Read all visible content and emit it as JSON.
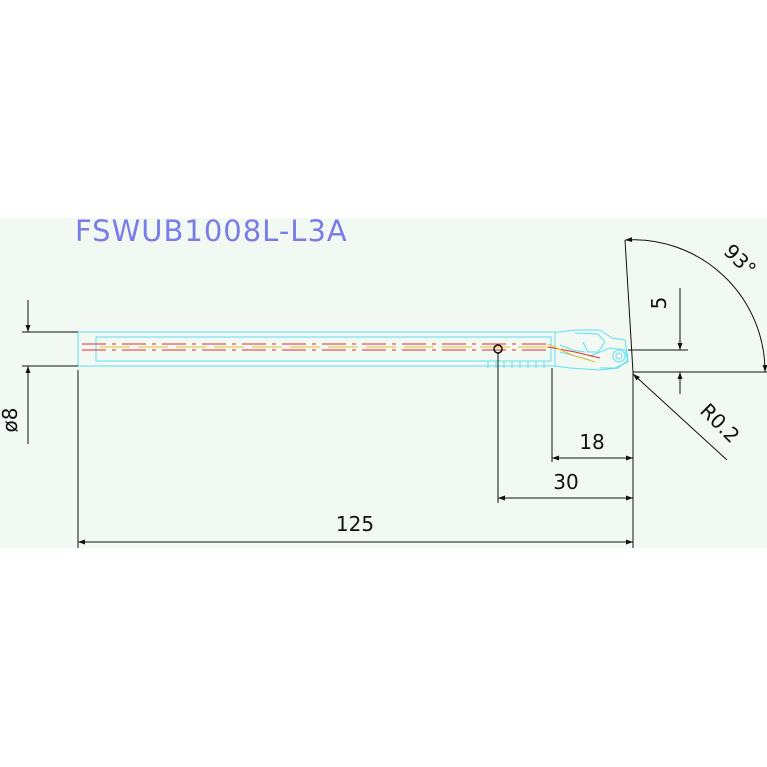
{
  "drawing": {
    "title": "FSWUB1008L-L3A",
    "dimensions": {
      "diameter": "ø8",
      "overall_length": "125",
      "length_30": "30",
      "length_18": "18",
      "offset_5": "5",
      "angle": "93°",
      "corner_radius": "R0.2"
    }
  },
  "colors": {
    "background": "#f2f9f2",
    "tool_outline": "#5ee0f0",
    "centerline_red": "#e03030",
    "centerline_yellow": "#e8c030",
    "dimension": "#111111",
    "title": "#7a7ce8"
  }
}
